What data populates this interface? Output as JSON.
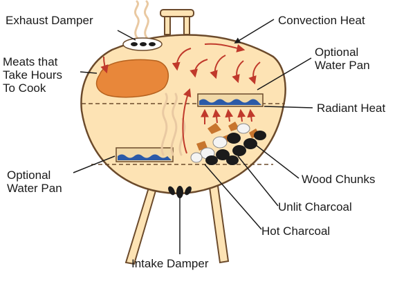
{
  "labels": {
    "exhaust_damper": "Exhaust Damper",
    "convection_heat": "Convection Heat",
    "meats": [
      "Meats that",
      "Take Hours",
      "To Cook"
    ],
    "optional_water_pan_top": [
      "Optional",
      "Water Pan"
    ],
    "radiant_heat": "Radiant Heat",
    "optional_water_pan_bottom": [
      "Optional",
      "Water Pan"
    ],
    "wood_chunks": "Wood Chunks",
    "unlit_charcoal": "Unlit Charcoal",
    "hot_charcoal": "Hot Charcoal",
    "intake_damper": "Intake Damper"
  },
  "colors": {
    "grill_body": "#fde3b4",
    "outline": "#6b4a2b",
    "meat": "#e8873a",
    "water": "#2b5aa8",
    "pan": "#f1d9a8",
    "heat_arrow": "#c0392b",
    "smoke": "#e9c9a2",
    "wood": "#c7752e",
    "unlit_coal": "#1b1b1b",
    "hot_coal": "#f4f4f4"
  }
}
